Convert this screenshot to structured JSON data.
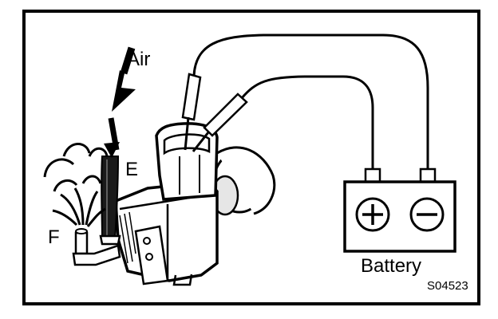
{
  "diagram": {
    "labels": {
      "air": "Air",
      "port_e": "E",
      "port_f": "F",
      "battery": "Battery",
      "figure_code": "S04523",
      "positive_terminal": "+",
      "negative_terminal": "−"
    }
  }
}
